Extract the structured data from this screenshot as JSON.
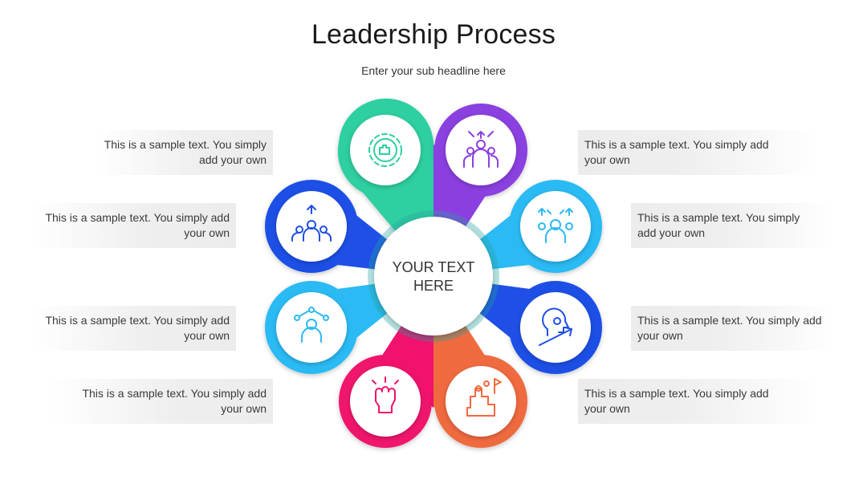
{
  "header": {
    "title": "Leadership Process",
    "subtitle": "Enter your sub headline here"
  },
  "center": {
    "line1": "YOUR TEXT",
    "line2": "HERE"
  },
  "petals": [
    {
      "id": "teal",
      "color": "#2ecfa0",
      "icon": "gear-fist-icon",
      "text_line1": "This is a sample text. You simply",
      "text_line2": "add your own"
    },
    {
      "id": "purple",
      "color": "#8b3fe0",
      "icon": "team-leader-arrows-icon",
      "text_line1": "This is a sample text. You simply add",
      "text_line2": "your own"
    },
    {
      "id": "light-blue-top",
      "color": "#2cbaf4",
      "icon": "team-growth-arrows-icon",
      "text_line1": "This is a sample text. You simply",
      "text_line2": "add your own"
    },
    {
      "id": "royal-blue-right",
      "color": "#1f4fe6",
      "icon": "head-gear-arrow-icon",
      "text_line1": "This is a sample text. You simply add",
      "text_line2": "your own"
    },
    {
      "id": "orange",
      "color": "#f06a3f",
      "icon": "climbing-flag-icon",
      "text_line1": "This is a sample text. You simply add",
      "text_line2": "your own"
    },
    {
      "id": "pink",
      "color": "#f0126c",
      "icon": "raised-fist-icon",
      "text_line1": "This is a sample text. You simply add",
      "text_line2": "your own"
    },
    {
      "id": "light-blue-bottom",
      "color": "#2cbaf4",
      "icon": "network-team-icon",
      "text_line1": "This is a sample text. You simply add",
      "text_line2": "your own"
    },
    {
      "id": "royal-blue-left",
      "color": "#1f4fe6",
      "icon": "leader-promotion-icon",
      "text_line1": "This is a sample text. You simply add",
      "text_line2": "your own"
    }
  ]
}
